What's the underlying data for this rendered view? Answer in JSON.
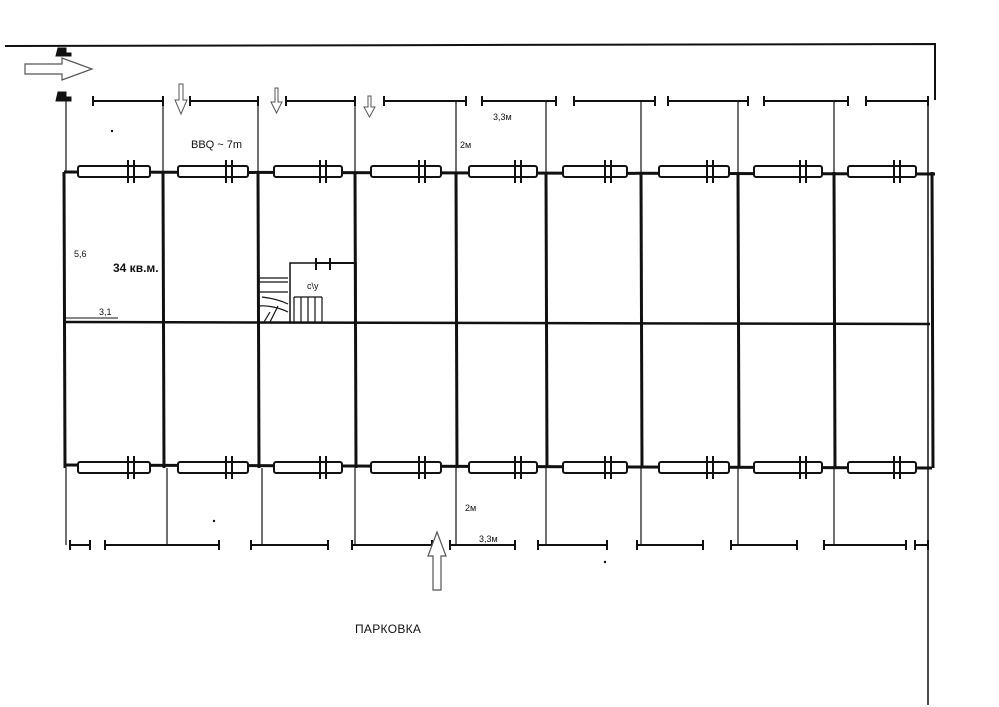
{
  "labels": {
    "bbq": "BBQ ~ 7m",
    "depth_top": "2м",
    "width_top": "3,3м",
    "height_unit": "5,6",
    "area": "34 кв.м.",
    "wc": "с\\у",
    "width_unit": "3,1",
    "depth_bottom": "2м",
    "width_bottom": "3,3м",
    "parking": "ПАРКОВКА"
  },
  "plan": {
    "units_per_row": 9,
    "rows": 2,
    "line_color": "#111111"
  },
  "icons": {
    "entry_arrow": "arrow-right-icon",
    "small_arrows": "arrow-down-icon",
    "parking_arrow": "arrow-up-icon",
    "stair": "staircase-icon"
  }
}
